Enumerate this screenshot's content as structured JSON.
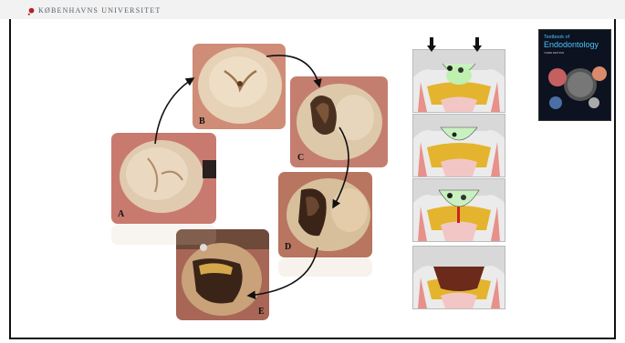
{
  "header": {
    "institution": "KØBENHAVNS UNIVERSITET",
    "accent_color": "#b22222"
  },
  "photos": [
    {
      "label": "A"
    },
    {
      "label": "B"
    },
    {
      "label": "C"
    },
    {
      "label": "D"
    },
    {
      "label": "E"
    }
  ],
  "book": {
    "title_line1": "Textbook of",
    "title_line2": "Endodontology",
    "edition": "THIRD EDITION"
  },
  "diagrams": [
    {
      "name": "diagram-1",
      "has_arrows": true
    },
    {
      "name": "diagram-2",
      "has_arrows": false
    },
    {
      "name": "diagram-3",
      "has_arrows": false
    },
    {
      "name": "diagram-4",
      "has_arrows": false
    }
  ]
}
